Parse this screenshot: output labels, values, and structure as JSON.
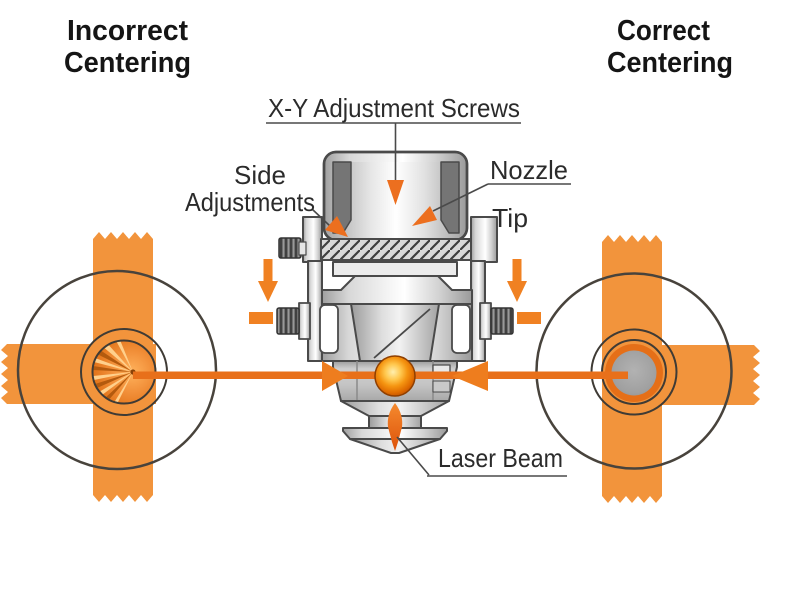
{
  "titles": {
    "incorrect_line1": "Incorrect",
    "incorrect_line2": "Centering",
    "correct_line1": "Correct",
    "correct_line2": "Centering"
  },
  "labels": {
    "xy_screws": "X-Y Adjustment Screws",
    "side_line1": "Side",
    "side_line2": "Adjustments",
    "nozzle": "Nozzle",
    "tip": "Tip",
    "laser_beam": "Laser Beam"
  },
  "colors": {
    "accent_orange": "#F08122",
    "beam_orange": "#E8701A",
    "tape_orange": "#F2943C",
    "metal_outline": "#4A4A4A",
    "circle_outline": "#48433C",
    "text": "#1C1C1C"
  }
}
